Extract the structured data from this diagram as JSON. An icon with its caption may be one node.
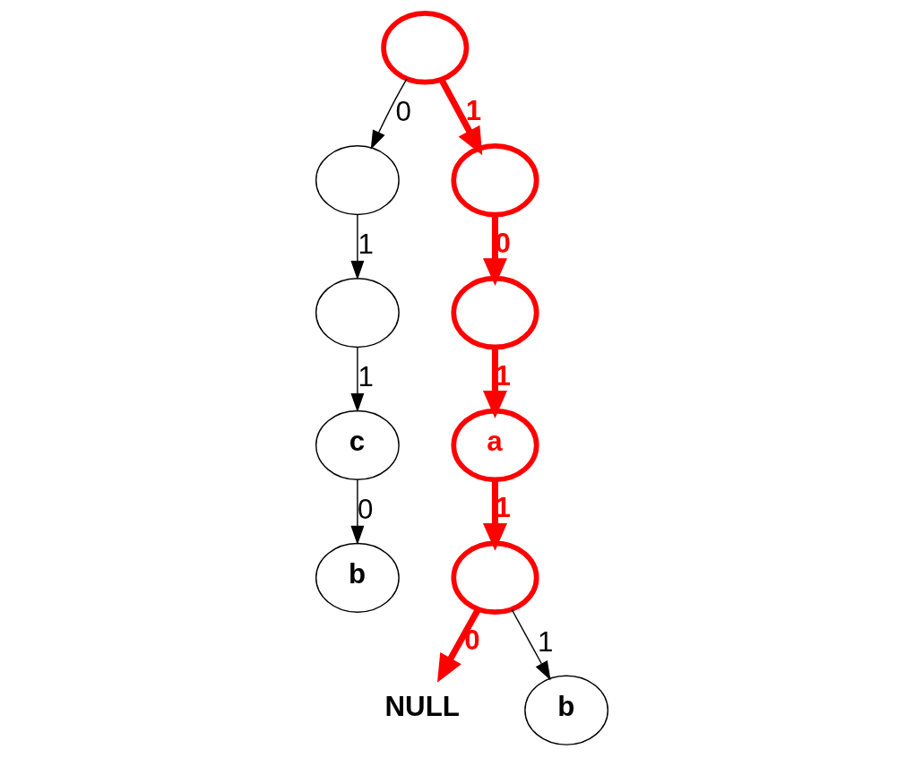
{
  "diagram": {
    "nodes": [
      {
        "text": [],
        "shape": "circle"
      },
      {
        "text": [],
        "shape": "circle"
      },
      {
        "text": [],
        "shape": "circle"
      },
      {
        "text": [
          "c"
        ]
      },
      {
        "text": [
          "b"
        ]
      },
      {
        "text": [],
        "shape": "circle"
      },
      {
        "text": [],
        "shape": "circle"
      },
      {
        "text": [
          "a"
        ]
      },
      {
        "text": [],
        "shape": "circle"
      },
      {
        "text": [
          "NULL"
        ]
      },
      {
        "text": [
          "b"
        ]
      }
    ],
    "edges": [
      {
        "from": 0,
        "to": 1,
        "arrow": "to",
        "label": "0"
      },
      {
        "from": 0,
        "to": 5,
        "arrow": "to",
        "label": "1",
        "style": "thick",
        "color": "#ff0000"
      },
      {
        "from": 1,
        "to": 2,
        "arrow": "to",
        "label": "1"
      },
      {
        "from": 2,
        "to": 3,
        "arrow": "to",
        "label": "1"
      },
      {
        "from": 3,
        "to": 4,
        "arrow": "to",
        "label": "0"
      },
      {
        "from": 5,
        "to": 6,
        "arrow": "to",
        "label": "0",
        "style": "thick",
        "color": "#ff0000"
      },
      {
        "from": 6,
        "to": 7,
        "arrow": "to",
        "label": "1",
        "style": "thick",
        "color": "#ff0000"
      },
      {
        "from": 7,
        "to": 8,
        "arrow": "to",
        "label": "1",
        "style": "thick",
        "color": "#ff0000"
      },
      {
        "from": 8,
        "to": 9,
        "arrow": "to",
        "label": "0",
        "style": "thick",
        "color": "#ff0000"
      },
      {
        "from": 8,
        "to": 10,
        "arrow": "to",
        "label": "1"
      }
    ]
  }
}
